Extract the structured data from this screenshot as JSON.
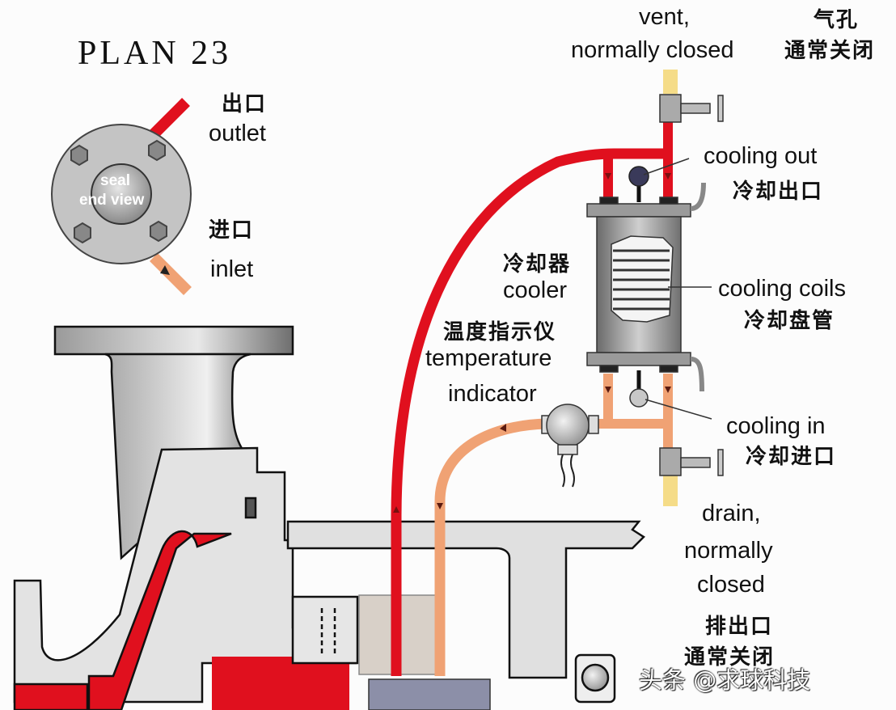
{
  "title": "PLAN 23",
  "seal_end_view": {
    "label_line1": "seal",
    "label_line2": "end view",
    "outlet_zh": "出口",
    "outlet_en": "outlet",
    "inlet_zh": "进口",
    "inlet_en": "inlet"
  },
  "labels": {
    "vent_en_1": "vent,",
    "vent_en_2": "normally closed",
    "vent_zh_1": "气孔",
    "vent_zh_2": "通常关闭",
    "cooling_out_en": "cooling out",
    "cooling_out_zh": "冷却出口",
    "cooler_zh": "冷却器",
    "cooler_en": "cooler",
    "cooling_coils_en": "cooling coils",
    "cooling_coils_zh": "冷却盘管",
    "temp_zh": "温度指示仪",
    "temp_en_1": "temperature",
    "temp_en_2": "indicator",
    "cooling_in_en": "cooling in",
    "cooling_in_zh": "冷却进口",
    "drain_en_1": "drain,",
    "drain_en_2": "normally",
    "drain_en_3": "closed",
    "drain_zh_1": "排出口",
    "drain_zh_2": "通常关闭"
  },
  "watermark": "头条 @求球科技",
  "colors": {
    "hot_line": "#e0101e",
    "cool_line": "#f0a274",
    "vent_drain": "#f5dc88",
    "metal": "#c8c8c8",
    "background": "#fcfcfc"
  }
}
